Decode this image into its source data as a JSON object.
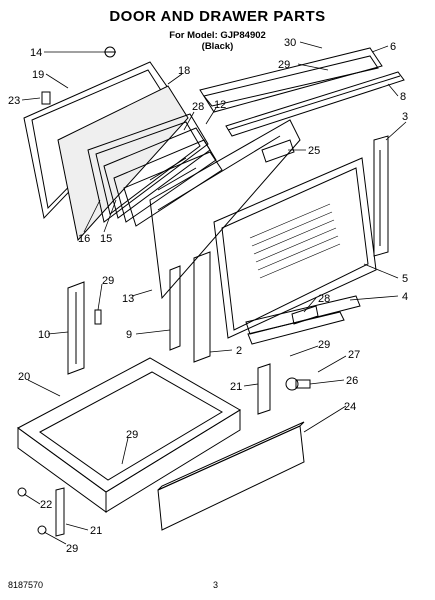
{
  "header": {
    "title": "DOOR AND DRAWER PARTS",
    "model_line": "For Model: GJP84902",
    "color_line": "(Black)"
  },
  "footer": {
    "doc_code": "8187570",
    "page_number": "3"
  },
  "callouts": [
    "14",
    "19",
    "18",
    "23",
    "28",
    "12",
    "16",
    "15",
    "13",
    "30",
    "6",
    "29",
    "8",
    "3",
    "25",
    "5",
    "4",
    "28",
    "29",
    "10",
    "9",
    "2",
    "29",
    "27",
    "20",
    "21",
    "26",
    "24",
    "29",
    "22",
    "21",
    "29"
  ]
}
